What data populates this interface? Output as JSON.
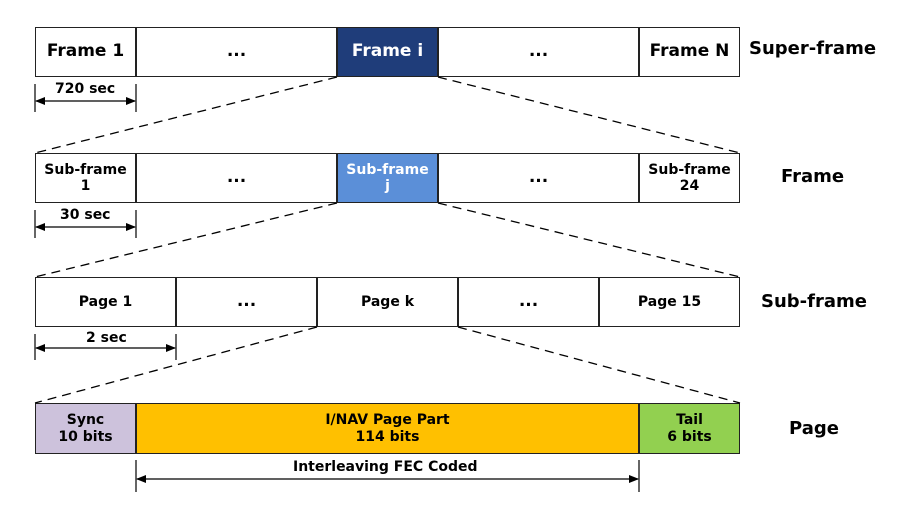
{
  "superframe": {
    "cells": [
      "Frame 1",
      "...",
      "Frame i",
      "...",
      "Frame N"
    ],
    "row_label": "Super-frame",
    "dimension": "720 sec"
  },
  "frame": {
    "cells": [
      [
        "Sub-frame",
        "1"
      ],
      [
        "..."
      ],
      [
        "Sub-frame",
        "j"
      ],
      [
        "..."
      ],
      [
        "Sub-frame",
        "24"
      ]
    ],
    "row_label": "Frame",
    "dimension": "30 sec"
  },
  "subframe": {
    "cells": [
      "Page 1",
      "...",
      "Page k",
      "...",
      "Page 15"
    ],
    "row_label": "Sub-frame",
    "dimension": "2 sec"
  },
  "page": {
    "cells": [
      [
        "Sync",
        "10 bits"
      ],
      [
        "I/NAV Page Part",
        "114 bits"
      ],
      [
        "Tail",
        "6 bits"
      ]
    ],
    "row_label": "Page",
    "dimension": "Interleaving FEC Coded"
  },
  "colors": {
    "frame_i": "#1f3d7a",
    "subframe_j": "#5b8fd8",
    "sync": "#cdc2dc",
    "inav": "#ffc000",
    "tail": "#92d050"
  }
}
